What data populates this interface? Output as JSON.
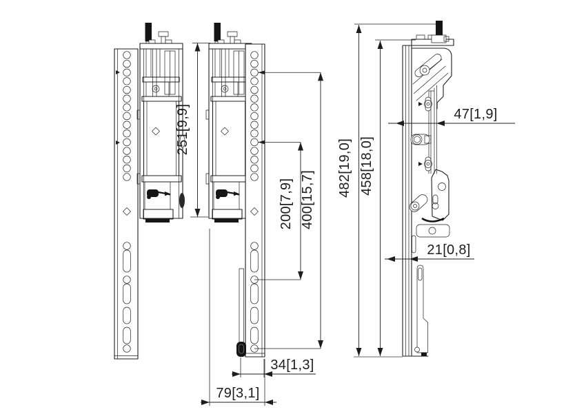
{
  "canvas": {
    "background": "#ffffff",
    "line_color": "#1d1d1d"
  },
  "dimensions": {
    "bracket_travel": "251[9,9]",
    "vesa_pitch_200": "200[7,9]",
    "vesa_pitch_400": "400[15,7]",
    "overall_height": "482[19,0]",
    "rail_height": "458[18,0]",
    "depth_top": "47[1,9]",
    "depth_bottom": "21[0,8]",
    "strap_offset": "34[1,3]",
    "bottom_width": "79[3,1]"
  }
}
